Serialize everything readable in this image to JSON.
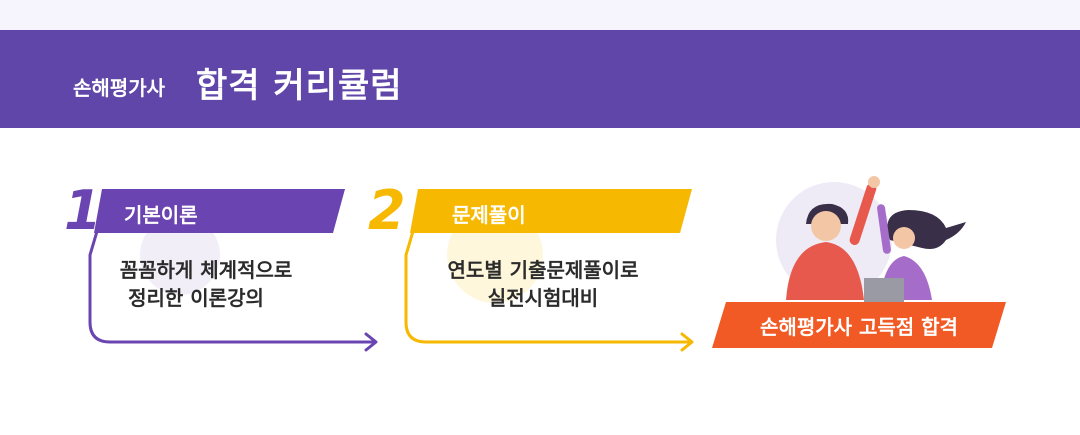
{
  "header": {
    "subtitle": "손해평가사",
    "title": "합격 커리큘럼"
  },
  "steps": [
    {
      "number": "1",
      "label": "기본이론",
      "desc_line1": "꼼꼼하게 체계적으로",
      "desc_line2": "정리한 이론강의",
      "color": "#6a44b0"
    },
    {
      "number": "2",
      "label": "문제풀이",
      "desc_line1": "연도별 기출문제풀이로",
      "desc_line2": "실전시험대비",
      "color": "#f6b800"
    }
  ],
  "goal": {
    "label": "손해평가사 고득점 합격",
    "color": "#f15a24"
  }
}
